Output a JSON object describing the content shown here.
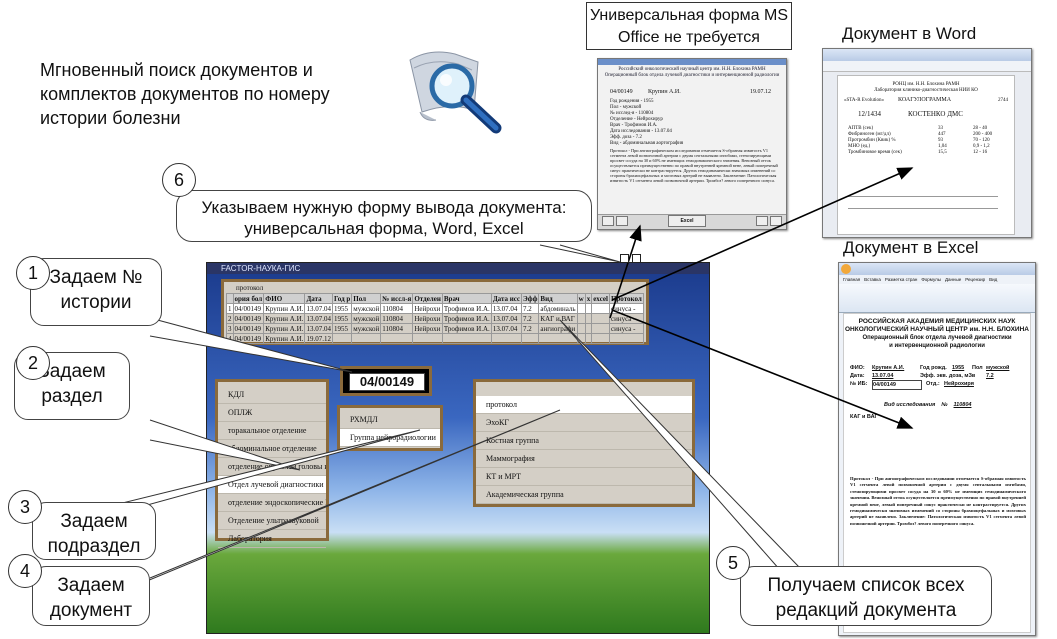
{
  "intro_text": "Мгновенный поиск  документов и комплектов документов по номеру истории болезни",
  "universal_form_label": "Универсальная форма MS Office не требуется",
  "word_doc_label": "Документ в Word",
  "excel_doc_label": "Документ в Excel",
  "callouts": [
    {
      "num": "1",
      "text": "Задаем № истории"
    },
    {
      "num": "2",
      "text": "Задаем раздел"
    },
    {
      "num": "3",
      "text": "Задаем подраздел"
    },
    {
      "num": "4",
      "text": "Задаем документ"
    },
    {
      "num": "5",
      "text": "Получаем список всех редакций документа"
    },
    {
      "num": "6",
      "text": "Указываем нужную  форму вывода документа: универсальная форма, Word, Excel"
    }
  ],
  "app": {
    "title": "FACTOR-НАУКА-ГИС",
    "grid_caption": "протокол",
    "columns": [
      "",
      "ория бол",
      "ФИО",
      "Дата",
      "Год р",
      "Пол",
      "№ иссл-я",
      "Отделен",
      "Врач",
      "Дата исс",
      "Эфф",
      "Вид",
      "w",
      "x",
      "excel",
      "Протокол"
    ],
    "rows": [
      [
        "1",
        "04/00149",
        "Крупин А.И.",
        "13.07.04",
        "1955",
        "мужской",
        "110804",
        "Нейрохи",
        "Трофимов И.А.",
        "13.07.04",
        "7.2",
        "абдоминаль",
        "",
        "",
        "",
        "синуса -"
      ],
      [
        "2",
        "04/00149",
        "Крупин А.И.",
        "13.07.04",
        "1955",
        "мужской",
        "110804",
        "Нейрохи",
        "Трофимов И.А.",
        "13.07.04",
        "7.2",
        "КАГ и ВАГ",
        "",
        "",
        "",
        "синуса -"
      ],
      [
        "3",
        "04/00149",
        "Крупин А.И.",
        "13.07.04",
        "1955",
        "мужской",
        "110804",
        "Нейрохи",
        "Трофимов И.А.",
        "13.07.04",
        "7.2",
        "ангиографи",
        "",
        "",
        "",
        "синуса -"
      ],
      [
        "4",
        "04/00149",
        "Крупин А.И.",
        "19.07.12",
        "",
        "",
        "",
        "",
        "",
        "",
        "",
        "",
        "",
        "",
        "",
        ""
      ]
    ],
    "history_number": "04/00149",
    "sections": [
      "КДЛ",
      "ОПЛЖ",
      "торакальное отделение",
      "абдоминальное отделение",
      "отделение опухолей головы и",
      "Отдел лучевой диагностики",
      "отделение эндоскопические №",
      "Отделение ультразвуковой",
      "Лаборатория"
    ],
    "subsections": [
      "РХМДЛ",
      "Группа нейрорадиологии"
    ],
    "documents": [
      "протокол",
      "ЭхоКГ",
      "Костная группа",
      "Маммография",
      "КТ и МРТ",
      "Академическая группа"
    ]
  },
  "universal_doc": {
    "header1": "Российский онкологический научный центр им. Н.Н. Блохина РАМН",
    "header2": "Операционный блок отдела лучевой диагностики и интервенционной радиологии",
    "id": "04/00149",
    "name": "Крупин А.И.",
    "date": "19.07.12",
    "lines": [
      "Год рождения -  1955",
      "Пол  - мужской",
      "№ исслед-я - 110804",
      "Отделение  -  Нейрохирур",
      "Врач  - Трофимов И.А.",
      "Дата исследования -  13.07.04",
      "Эфф. доза  - 7.2",
      "Вид  - абдоминальная аортография"
    ],
    "body": "Протокол -  При ангиографическом исследовании отмечается S-образная извитость V1 сегмента левой позвоночной артерии с двумя септальными изгибами, стенозирующими просвет сосуда на 30 и 60% не имеющих гемодинамического значения. Венозный отток осуществляется преимущественно по правой внутренней яремной вене, левый поперечный синус практически не контрастируется.  Других гемодинамически значимых изменений со стороны брахиоцефальных и мозговых артерий не выявлено. Заключение: Патологическая извитость V1 сегмента левой позвоночной артерии. Тромбоз? левого поперечного синуса.",
    "footer_button": "Excel"
  },
  "word_doc": {
    "line1": "РОНЦ им. Н.Н. Блохина РАМН",
    "line2": "Лаборатория клинико-диагностическая НИИ КО",
    "left_label": "«STA-R Evolution»",
    "right_label": "2744",
    "title": "КОАГУЛОГРАММА",
    "id": "12/1434",
    "patient": "КОСТЕНКО ДМС",
    "rows": [
      [
        "АПТВ (сек)",
        "33",
        "28 - 40"
      ],
      [
        "Фибриноген (мг/дл)",
        "447",
        "200 - 400"
      ],
      [
        "Протромбин (Квик) %",
        "93",
        "70 - 120"
      ],
      [
        "МНО (ед.)",
        "1,04",
        "0,9 - 1,2"
      ],
      [
        "Тромбиновое время (сек)",
        "15,5",
        "12 - 16"
      ]
    ]
  },
  "excel_doc": {
    "ribbon_tabs": [
      "Главная",
      "Вставка",
      "Разметка стран",
      "Формулы",
      "Данные",
      "Рецензир",
      "Вид"
    ],
    "title1": "РОССИЙСКАЯ АКАДЕМИЯ МЕДИЦИНСКИХ НАУК",
    "title2": "ОНКОЛОГИЧЕСКИЙ НАУЧНЫЙ ЦЕНТР им. Н.Н. БЛОХИНА",
    "title3": "Операционный блок отдела лучевой диагностики",
    "title4": "и интервенционной радиологии",
    "fio_label": "ФИО:",
    "fio": "Крупин А.И.",
    "year_label": "Год рожд.",
    "year": "1955",
    "sex_label": "Пол",
    "sex": "мужской",
    "date_label": "Дата:",
    "date": "13.07.04",
    "dose_label": "Эфф. экв. доза, мЗв",
    "dose": "7.2",
    "ib_label": "№ ИБ:",
    "ib": "04/00149",
    "dept_label": "Отд.:",
    "dept": "Нейрохиря",
    "study_label": "Вид исследования",
    "study_no_label": "№",
    "study_no": "110804",
    "study_name": "КАГ и ВАГ"
  }
}
